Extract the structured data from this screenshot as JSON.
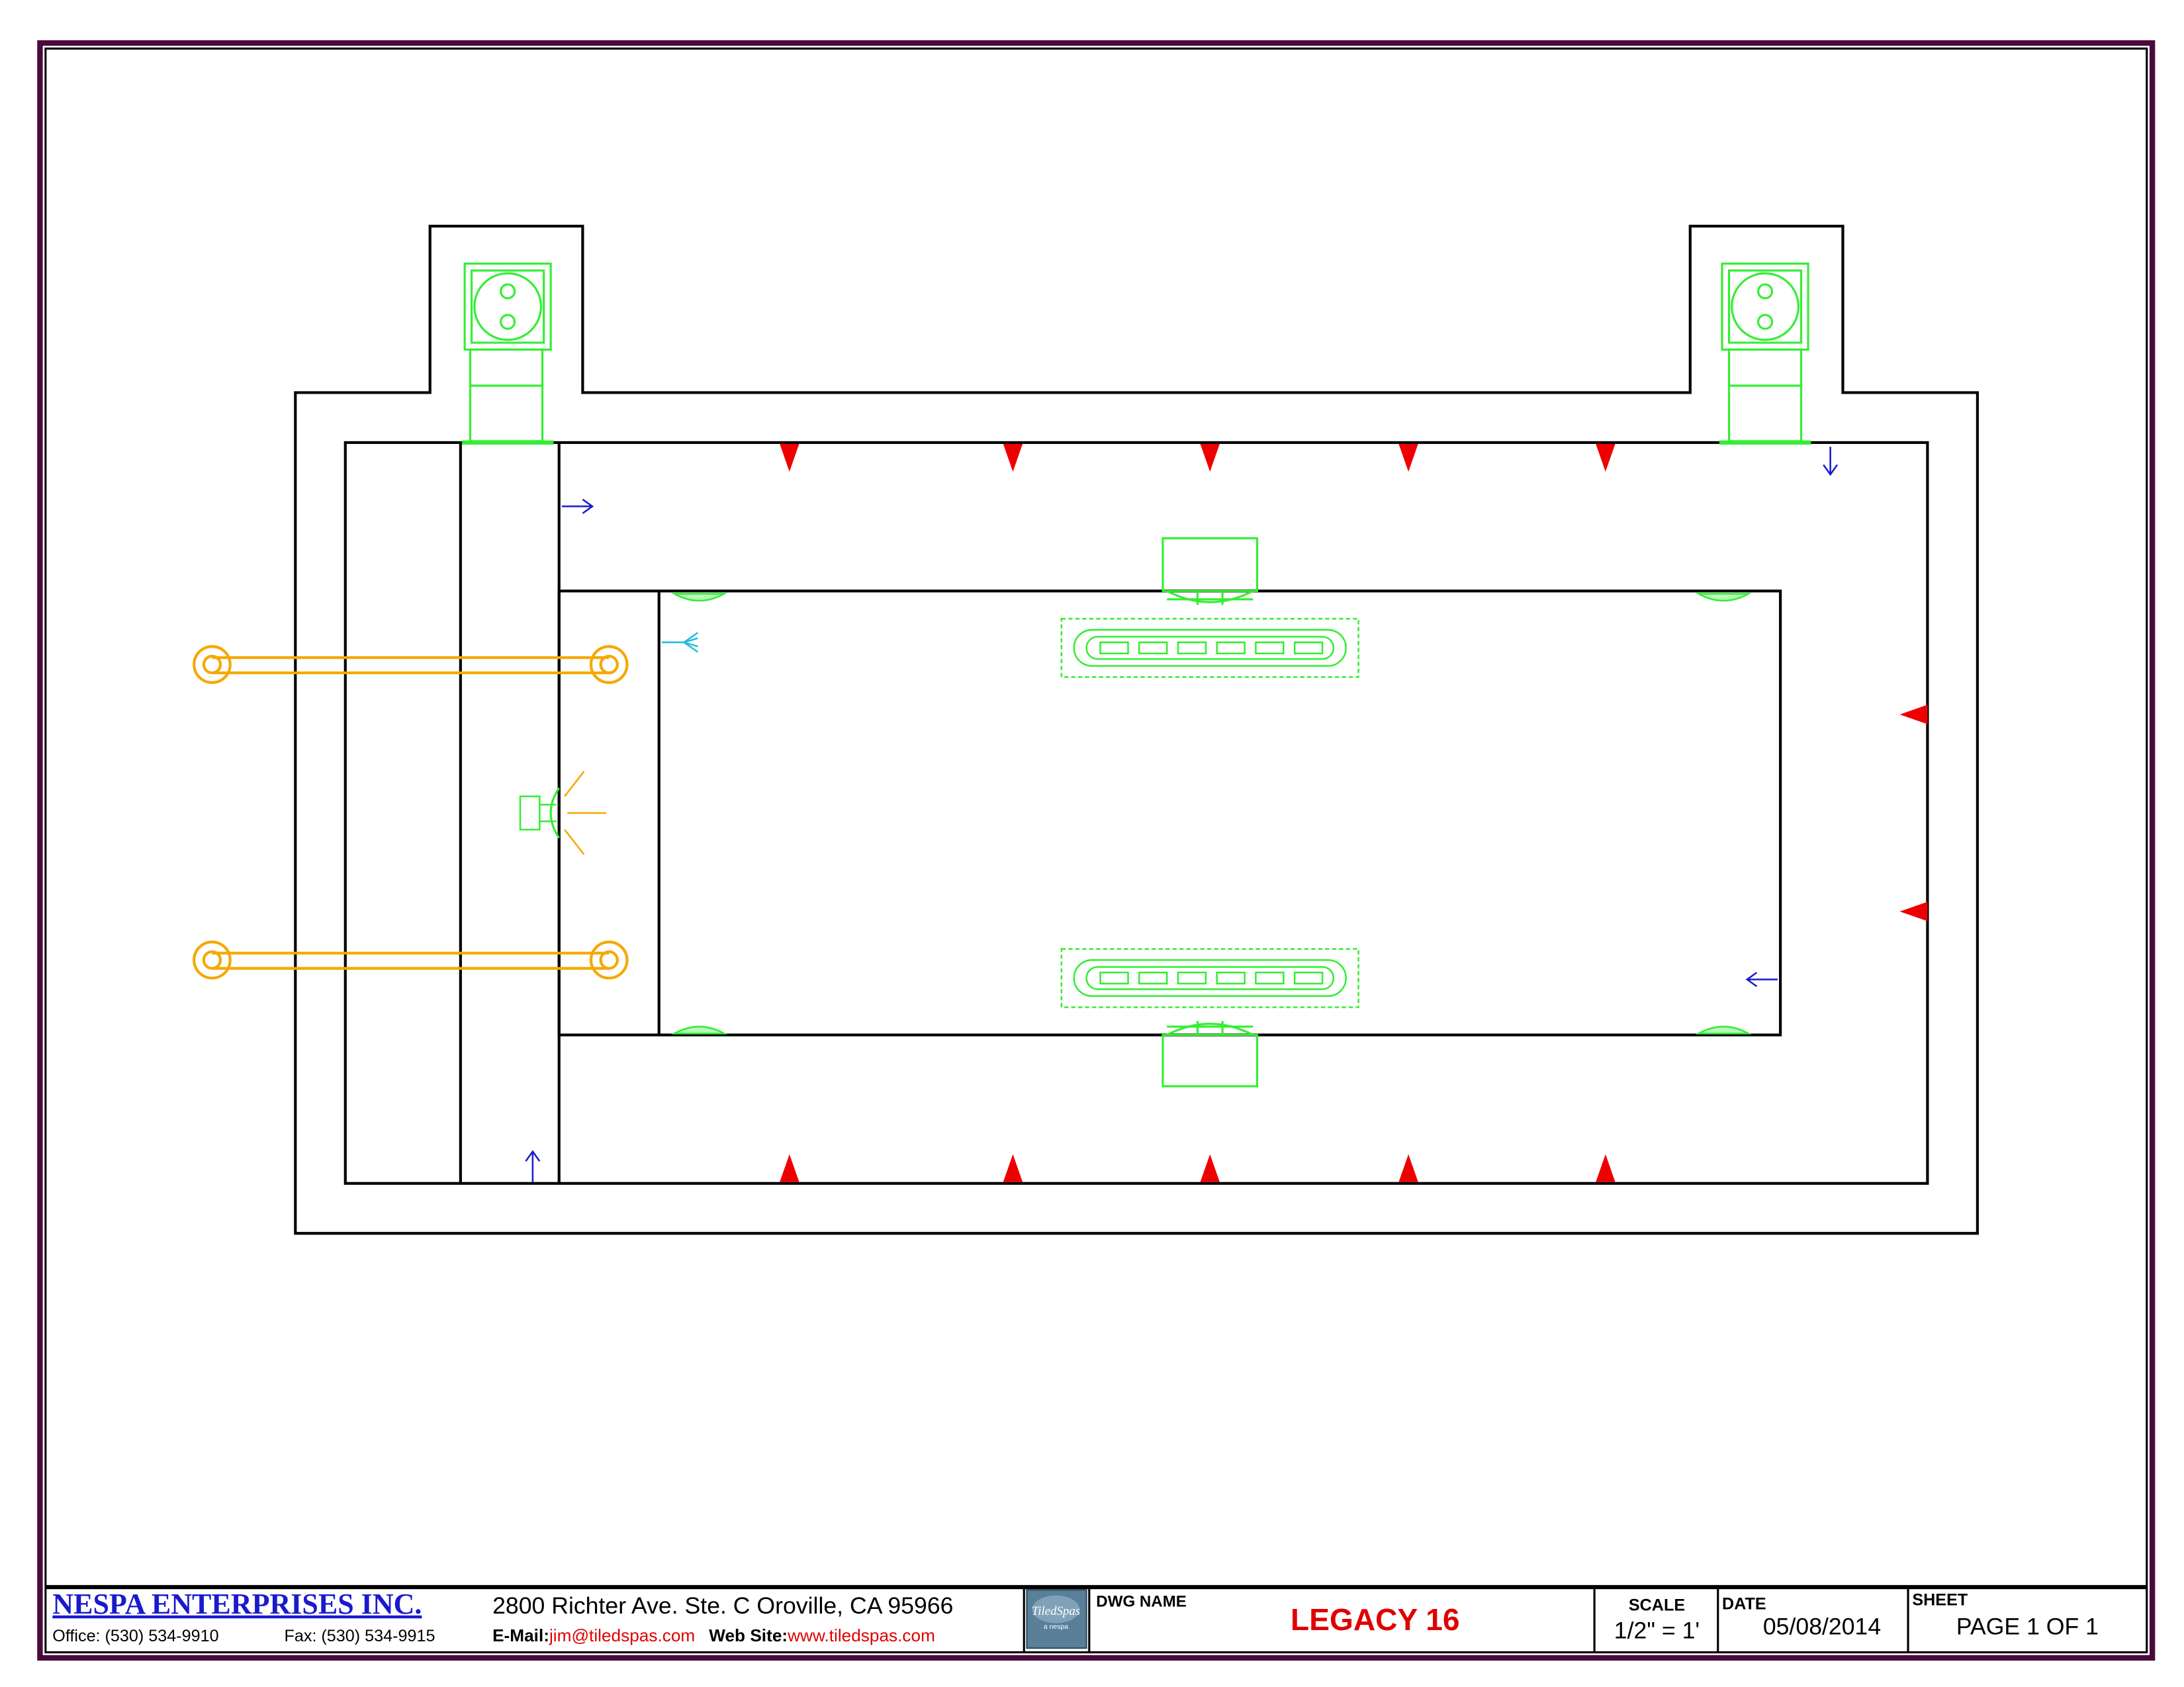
{
  "title_block": {
    "company_name": "NESPA ENTERPRISES INC.",
    "address": "2800 Richter Ave. Ste. C Oroville, CA 95966",
    "office_phone": "Office: (530) 534-9910",
    "fax_phone": "Fax: (530) 534-9915",
    "email_label": "E-Mail:",
    "email": "jim@tiledspas.com",
    "website_label": "Web Site:",
    "website": "www.tiledspas.com",
    "logo_text": "TiledSpas",
    "logo_subtext": "a nespa",
    "dwg_name_label": "DWG NAME",
    "dwg_name": "LEGACY 16",
    "scale_label": "SCALE",
    "scale": "1/2\" = 1'",
    "date_label": "DATE",
    "date": "05/08/2014",
    "sheet_label": "SHEET",
    "sheet": "PAGE 1 OF 1"
  },
  "colors": {
    "line": "#000000",
    "border_outer": "#4a0a3a",
    "equipment_green": "#33ee33",
    "jet_red": "#ee0000",
    "flow_blue": "#1a1acc",
    "rail_orange": "#f5a800",
    "cyan": "#22bbdd",
    "company_blue": "#1a1acc",
    "dwg_name_red": "#e00000",
    "link_red": "#e00000"
  },
  "icons": {
    "jet": "triangle-jet-icon",
    "skimmer": "skimmer-icon",
    "drain": "drain-grate-icon",
    "light": "light-icon",
    "rail": "handrail-icon",
    "flow": "arrow-icon"
  }
}
